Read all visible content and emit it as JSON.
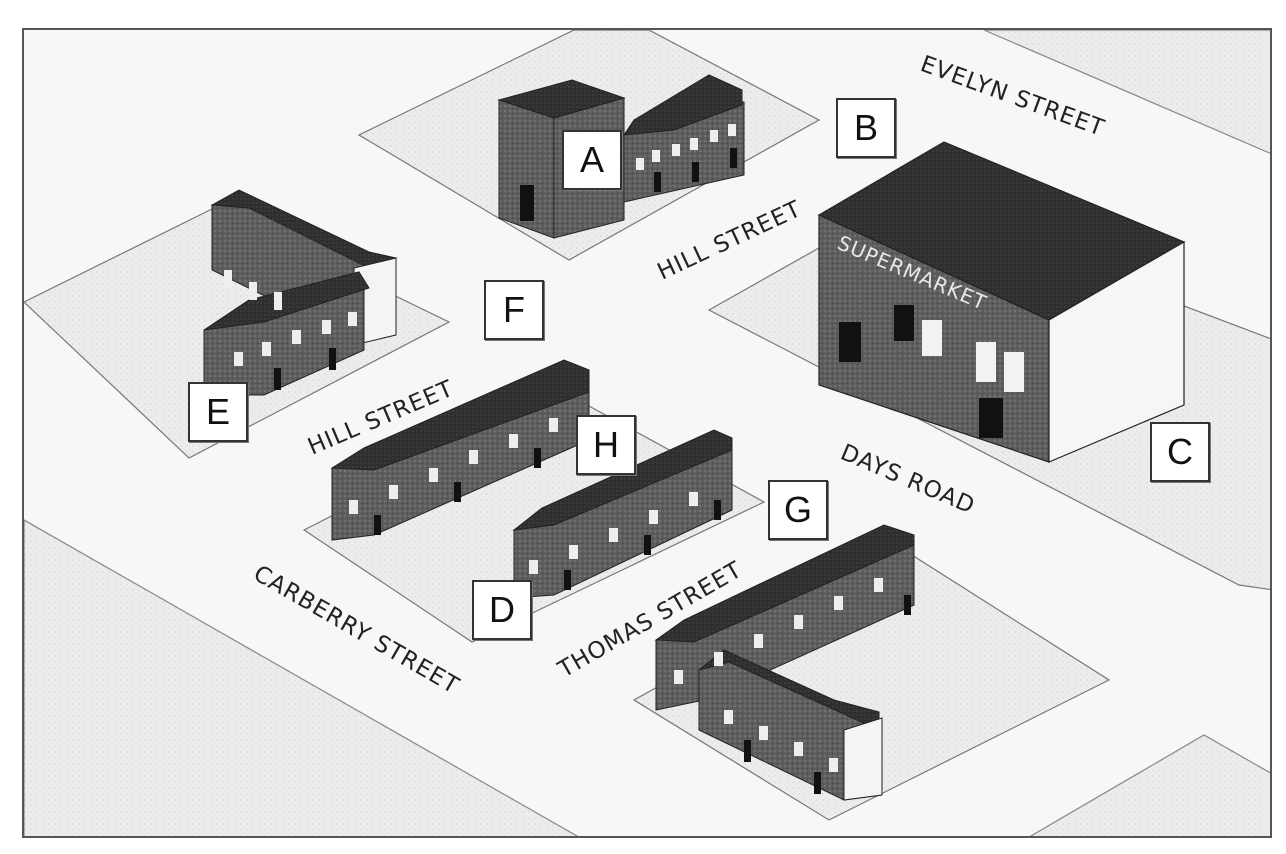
{
  "streets": {
    "evelyn": "EVELYN STREET",
    "hill_upper": "HILL STREET",
    "hill_lower": "HILL STREET",
    "days_road": "DAYS ROAD",
    "carberry": "CARBERRY STREET",
    "thomas": "THOMAS STREET"
  },
  "buildings": {
    "supermarket_sign": "SUPERMARKET"
  },
  "markers": {
    "A": "A",
    "B": "B",
    "C": "C",
    "D": "D",
    "E": "E",
    "F": "F",
    "G": "G",
    "H": "H"
  },
  "colors": {
    "road": "#ffffff",
    "block": "#ececec",
    "wall_dark": "#5a5a5a",
    "roof_dark": "#2f2f2f",
    "wall_light": "#f4f4f4",
    "outline": "#333333"
  }
}
